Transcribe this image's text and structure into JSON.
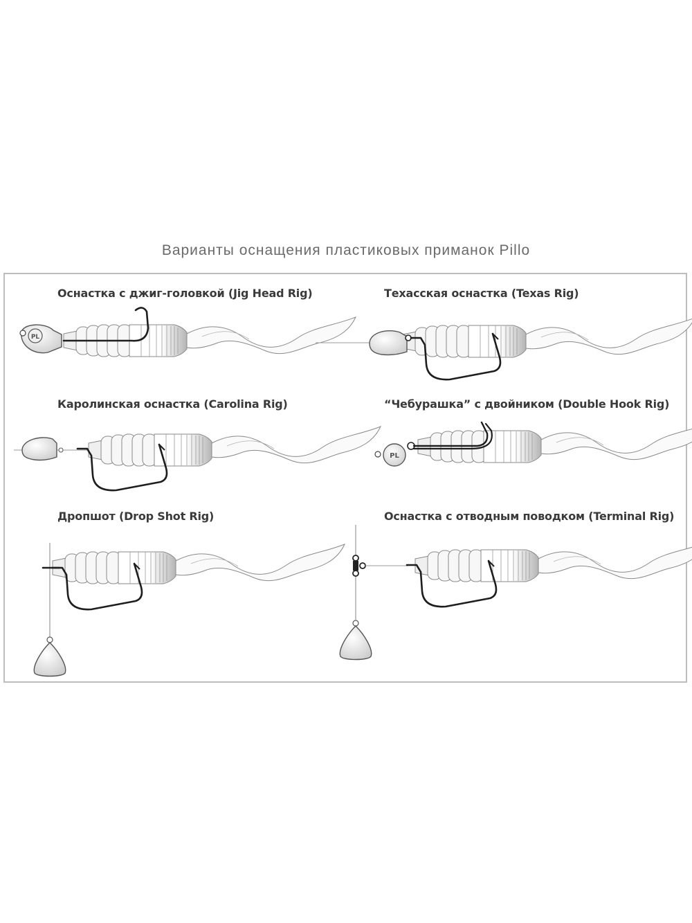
{
  "caption": "Варианты оснащения пластиковых приманок Pillo",
  "rigs": [
    {
      "title": "Оснастка с джиг-головкой (Jig Head Rig)"
    },
    {
      "title": "Техасская оснастка (Texas Rig)"
    },
    {
      "title": "Каролинская оснастка (Carolina Rig)"
    },
    {
      "title": "“Чебурашка” с двойником (Double Hook Rig)"
    },
    {
      "title": "Дропшот (Drop Shot Rig)"
    },
    {
      "title": "Оснастка с отводным поводком (Terminal Rig)"
    }
  ],
  "weight_mark": "PL"
}
